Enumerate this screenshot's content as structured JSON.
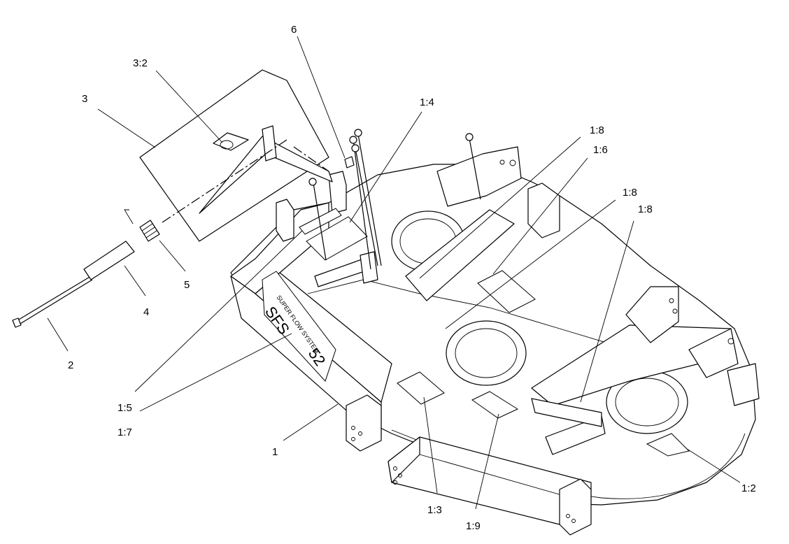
{
  "diagram": {
    "callouts": {
      "c6": "6",
      "c3_2": "3:2",
      "c3": "3",
      "c1_4": "1:4",
      "c1_8a": "1:8",
      "c1_6": "1:6",
      "c1_8b": "1:8",
      "c1_8c": "1:8",
      "c5": "5",
      "c4": "4",
      "c2": "2",
      "c1_5": "1:5",
      "c1_7": "1:7",
      "c1": "1",
      "c1_3": "1:3",
      "c1_9": "1:9",
      "c1_2": "1:2"
    },
    "decal_text": {
      "brand_line1": "SUPER FLOW SYSTEM",
      "model_left": "SFS",
      "model_right": "52"
    }
  }
}
